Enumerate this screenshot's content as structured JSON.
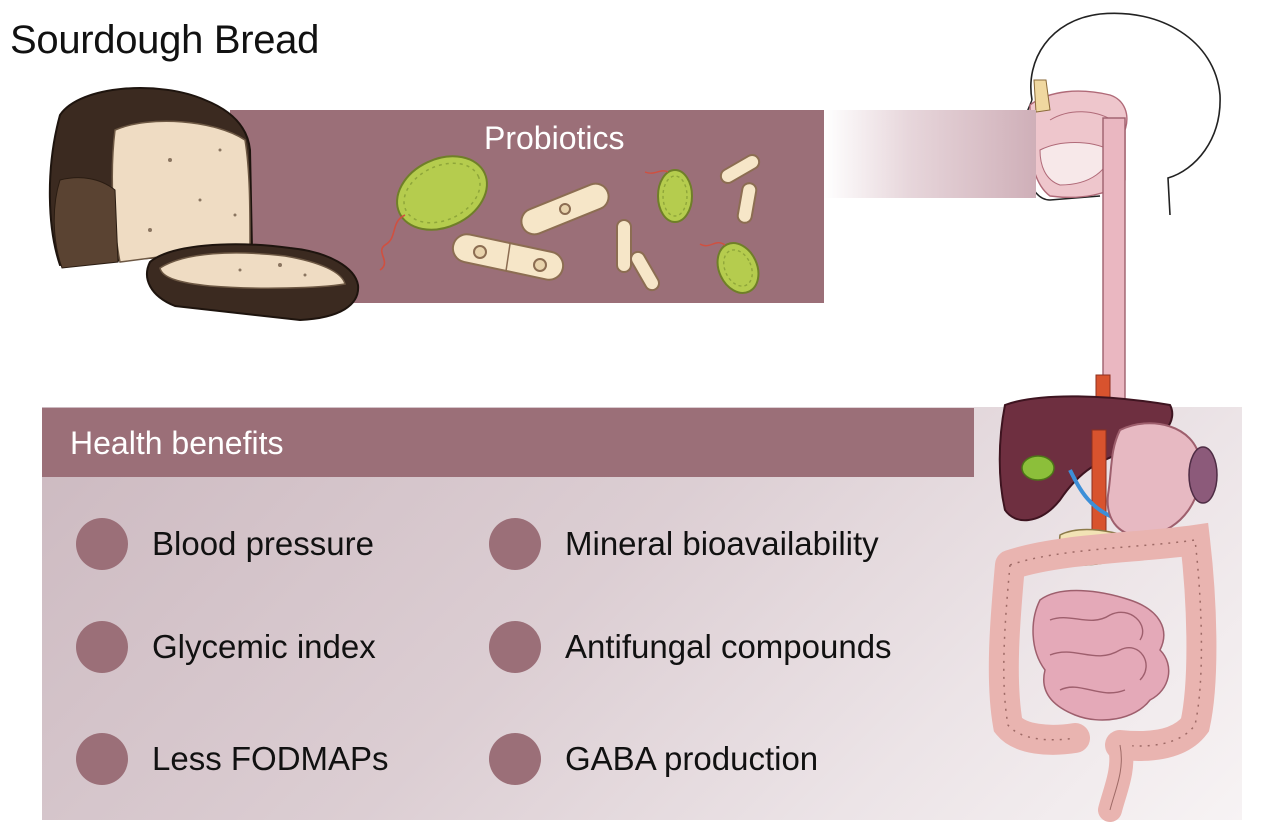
{
  "title": "Sourdough Bread",
  "probiotics": {
    "label": "Probiotics"
  },
  "health_benefits": {
    "header": "Health benefits",
    "items": [
      "Blood pressure",
      "Mineral bioavailability",
      "Glycemic index",
      "Antifungal compounds",
      "Less FODMAPs",
      "GABA production"
    ]
  },
  "colors": {
    "accent": "#9b6f78",
    "bacteria_green": "#b5cc4e",
    "bacteria_cream": "#f6e6c8",
    "tissue_pink": "#e7b9c2",
    "liver": "#6e2f40"
  },
  "icons": {
    "bread": "bread-loaf-illustration",
    "head": "head-profile-illustration",
    "digestive": "digestive-system-illustration",
    "bacteria": "bacteria-illustrations"
  }
}
